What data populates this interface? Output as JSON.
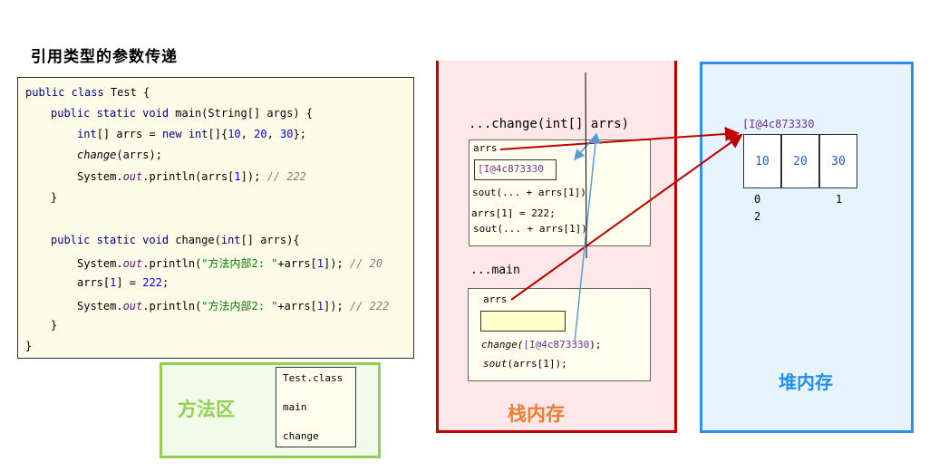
{
  "title": "引用类型的参数传递",
  "code": {
    "l1": {
      "a": "public class",
      "b": " Test {"
    },
    "l2": {
      "a": "public static void",
      "b": " main(String[] args) {"
    },
    "l3": {
      "a": "int",
      "b": "[] arrs = ",
      "c": "new int",
      "d": "[]{",
      "e": "10",
      "f": ", ",
      "g": "20",
      "h": ", ",
      "i": "30",
      "j": "};"
    },
    "l4": {
      "a": "change",
      "b": "(arrs);"
    },
    "l5": {
      "a": "System.",
      "b": "out",
      "c": ".println(arrs[",
      "d": "1",
      "e": "]); ",
      "f": "// 222"
    },
    "l6": "}",
    "l7": {
      "a": "public static void",
      "b": " change(",
      "c": "int",
      "d": "[] arrs){"
    },
    "l8": {
      "a": "System.",
      "b": "out",
      "c": ".println(",
      "d": "\"方法内部2: \"",
      "e": "+arrs[",
      "f": "1",
      "g": "]); ",
      "h": "// 20"
    },
    "l9": {
      "a": "arrs[",
      "b": "1",
      "c": "] = ",
      "d": "222",
      "e": ";"
    },
    "l10": {
      "a": "System.",
      "b": "out",
      "c": ".println(",
      "d": "\"方法内部2: \"",
      "e": "+arrs[",
      "f": "1",
      "g": "]); ",
      "h": "// 222"
    },
    "l11": "}",
    "l12": "}"
  },
  "method_area": {
    "label": "方法区",
    "class_box": [
      "Test.class",
      "main",
      "change"
    ]
  },
  "stack": {
    "label": "栈内存",
    "change_header": "...change(int[] arrs)",
    "change_frame": {
      "var": "arrs",
      "address": "[I@4c873330",
      "line1": "sout(... + arrs[1])",
      "line2": "arrs[1] = 222;",
      "line3": "sout(... + arrs[1])"
    },
    "main_header": "...main",
    "main_frame": {
      "var": "arrs",
      "call_a": "change(",
      "call_b": "[I@4c873330",
      "call_c": ");",
      "sout_a": "sout",
      "sout_b": "(arrs[1]);"
    }
  },
  "heap": {
    "label": "堆内存",
    "address": "[I@4c873330",
    "cells": [
      "10",
      "20",
      "30"
    ],
    "indices": [
      "0",
      "1",
      "2"
    ]
  },
  "colors": {
    "code_bg": "#fcfce8",
    "method_border": "#92d050",
    "stack_border": "#c00000",
    "stack_label": "#ed7d31",
    "heap_border": "#2e8ff0",
    "heap_label": "#1f8ff0",
    "address": "#7030a0",
    "arrow_red": "#c00000",
    "arrow_blue": "#5b9bd5"
  }
}
